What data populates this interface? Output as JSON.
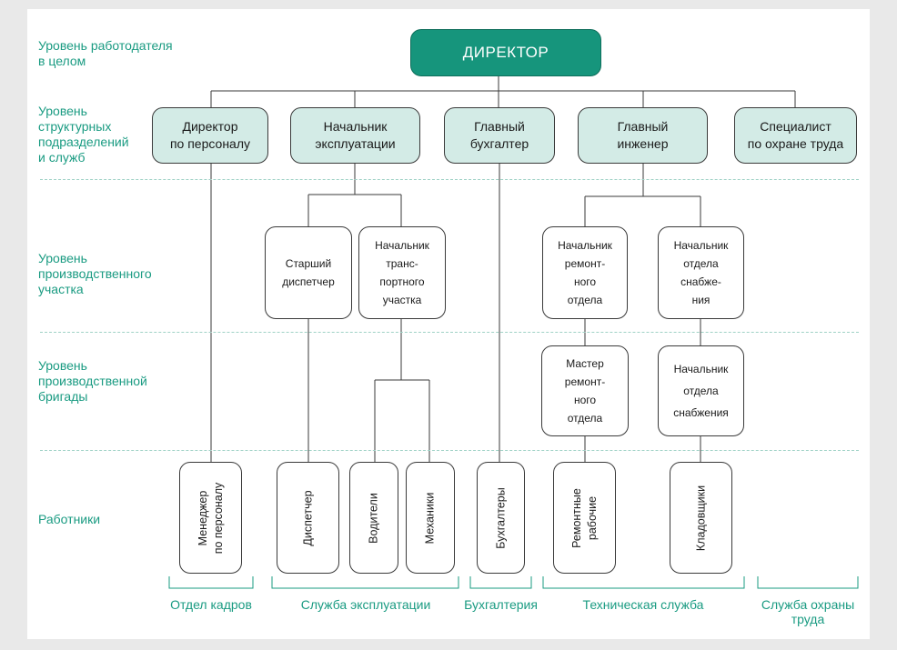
{
  "levels": {
    "employer": "Уровень работодателя\nв целом",
    "structural": "Уровень\nструктурных\nподразделений\nи служб",
    "production_site": "Уровень\nпроизводственного\nучастка",
    "production_brigade": "Уровень\nпроизводственной\nбригады",
    "workers": "Работники"
  },
  "director": "ДИРЕКТОР",
  "level2": {
    "hr_director": "Директор\nпо персоналу",
    "operations_head": "Начальник\nэксплуатации",
    "chief_accountant": "Главный\nбухгалтер",
    "chief_engineer": "Главный\nинженер",
    "safety_specialist": "Специалист\nпо охране труда"
  },
  "level3": {
    "senior_dispatcher": "Старший\nдиспетчер",
    "transport_head": "Начальник\nтранс-\nпортного\nучастка",
    "repair_head": "Начальник\nремонт-\nного\nотдела",
    "supply_head": "Начальник\nотдела\nснабже-\nния"
  },
  "level4": {
    "repair_master": "Мастер\nремонт-\nного\nотдела",
    "supply_head_2": "Начальник\nотдела\nснабжения"
  },
  "workers": {
    "hr_manager": "Менеджер\nпо персоналу",
    "dispatcher": "Диспетчер",
    "drivers": "Водители",
    "mechanics": "Механики",
    "accountants": "Бухгалтеры",
    "repair_workers": "Ремонтные\nрабочие",
    "storekeepers": "Кладовщики"
  },
  "departments": {
    "hr": "Отдел кадров",
    "operations": "Служба эксплуатации",
    "accounting": "Бухгалтерия",
    "technical": "Техническая служба",
    "safety": "Служба охраны\nтруда"
  },
  "colors": {
    "accent": "#16957c",
    "label_text": "#1a9b82",
    "level2_fill": "#d3ebe6"
  }
}
